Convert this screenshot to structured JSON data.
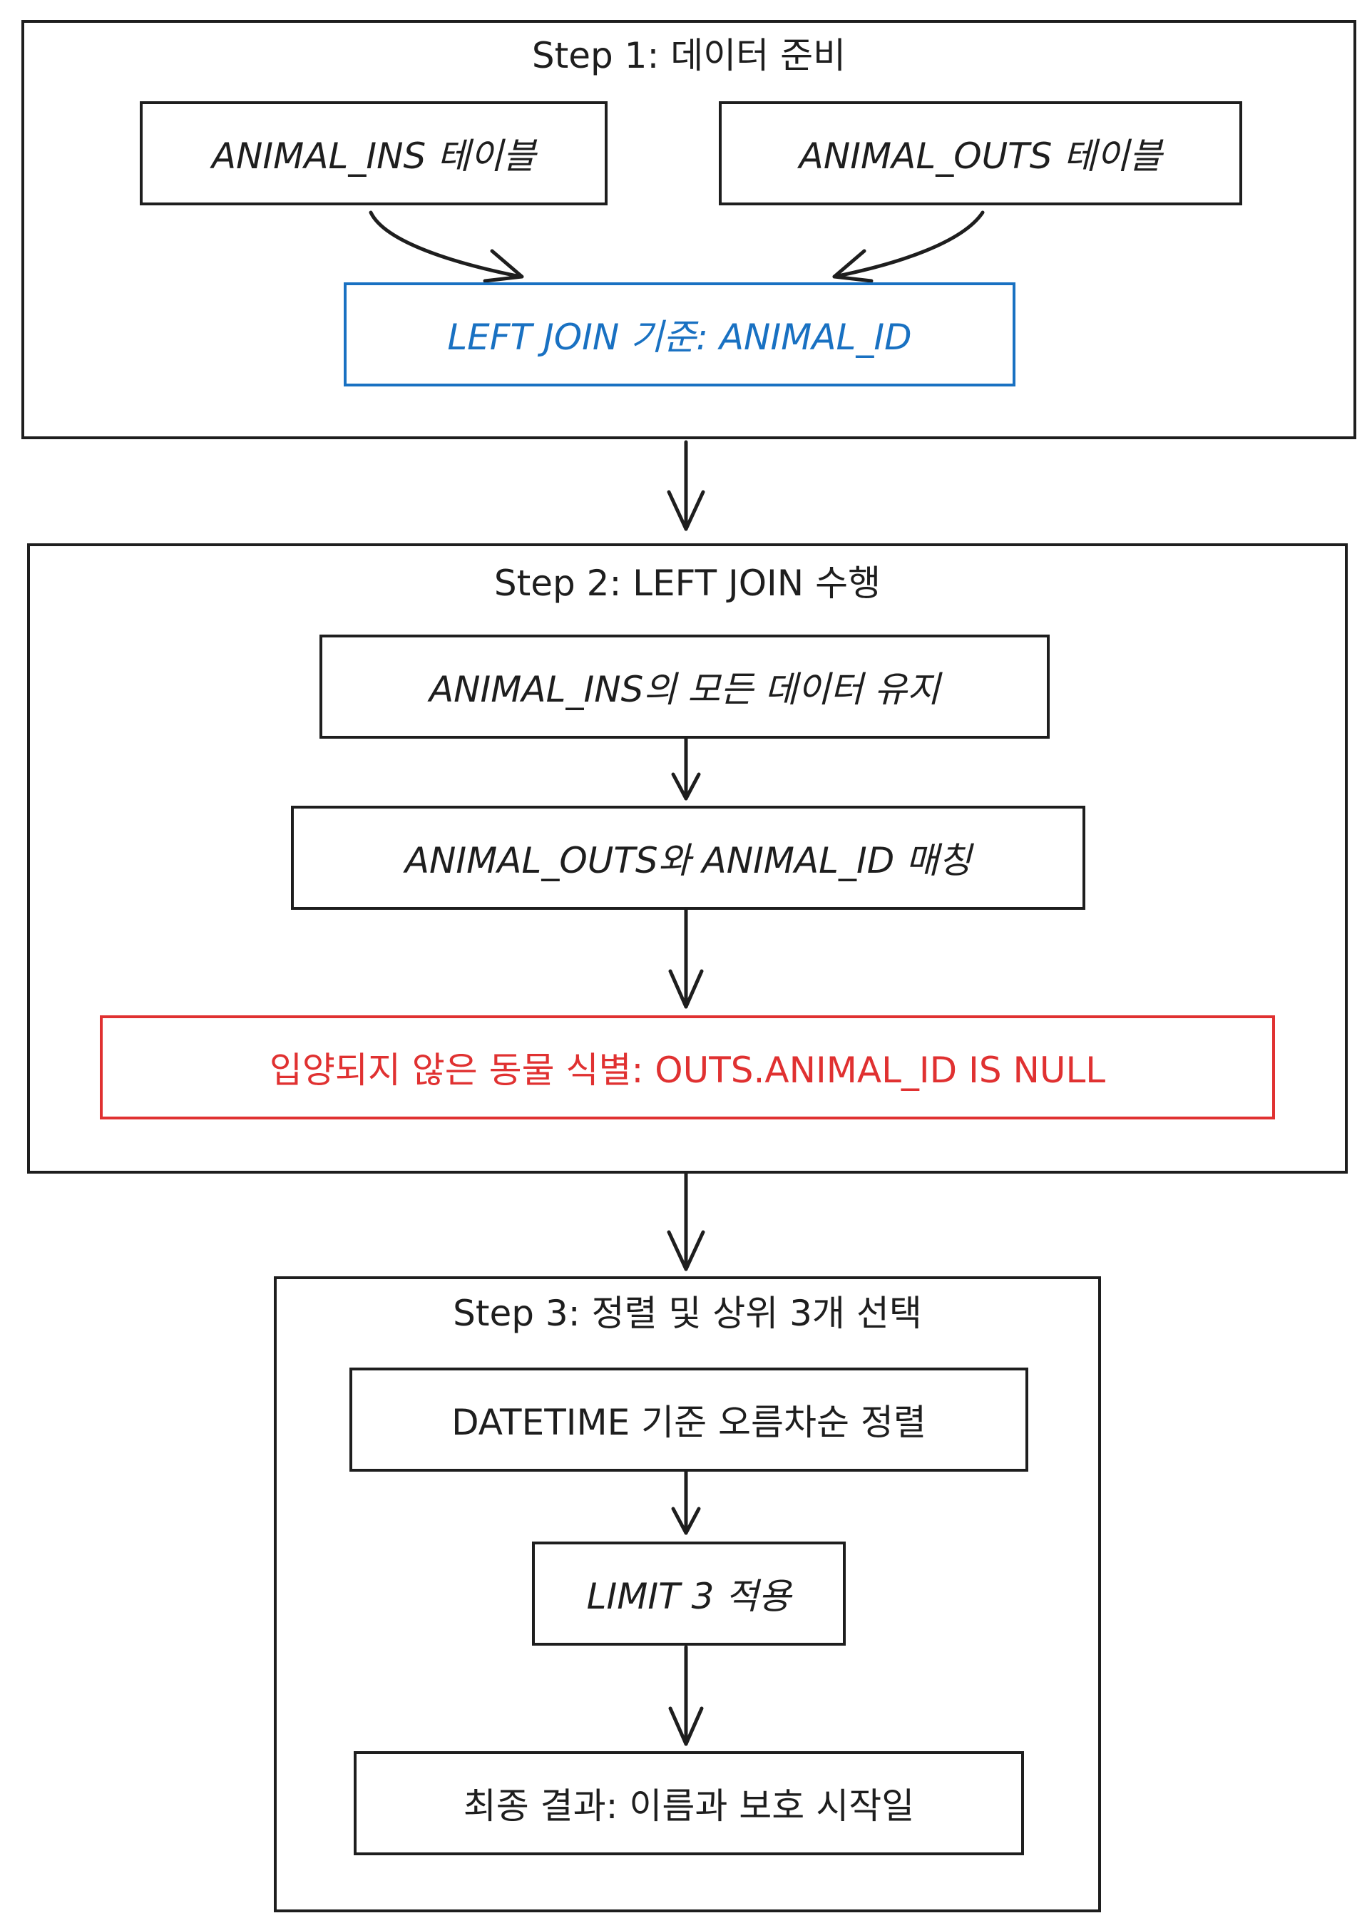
{
  "step1": {
    "title": "Step 1: 데이터 준비",
    "ins_table": "ANIMAL_INS 테이블",
    "outs_table": "ANIMAL_OUTS 테이블",
    "join_key": "LEFT JOIN 기준: ANIMAL_ID"
  },
  "step2": {
    "title": "Step 2: LEFT JOIN 수행",
    "keep_all": "ANIMAL_INS의 모든 데이터 유지",
    "match": "ANIMAL_OUTS와 ANIMAL_ID 매칭",
    "identify": "입양되지 않은 동물 식별: OUTS.ANIMAL_ID IS NULL"
  },
  "step3": {
    "title": "Step 3: 정렬 및 상위 3개 선택",
    "sort": "DATETIME 기준 오름차순 정렬",
    "limit": "LIMIT 3 적용",
    "result": "최종 결과: 이름과 보호 시작일"
  },
  "colors": {
    "stroke": "#1e1e1e",
    "blue": "#1971c2",
    "red": "#e03131",
    "background": "#ffffff"
  }
}
